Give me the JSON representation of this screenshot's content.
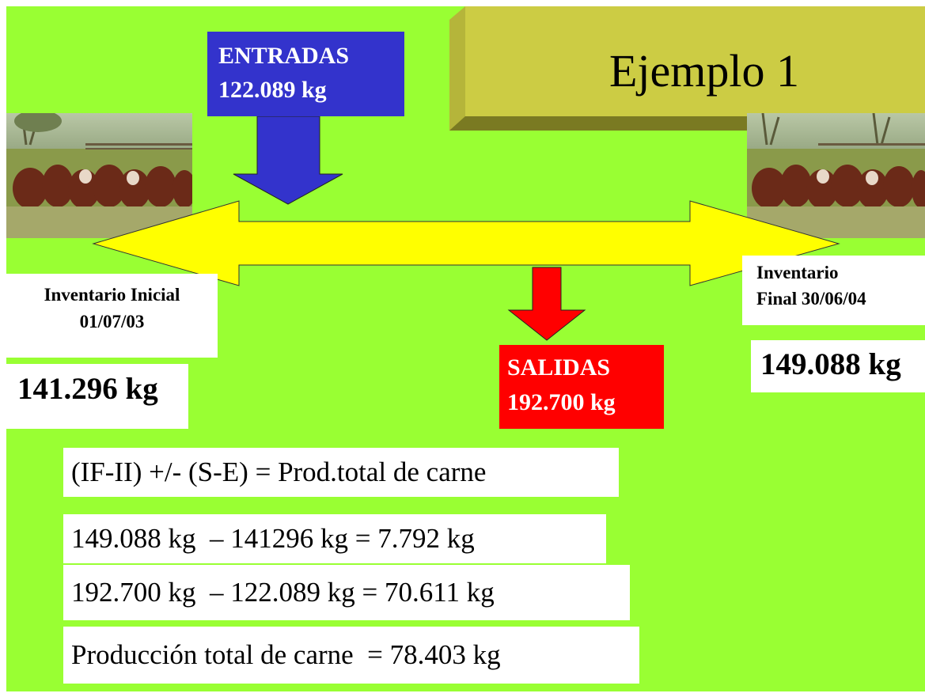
{
  "title": "Ejemplo 1",
  "entradas": {
    "label": "ENTRADAS",
    "value": "122.089 kg"
  },
  "salidas": {
    "label": "SALIDAS",
    "value": "192.700 kg"
  },
  "inventario_inicial": {
    "line1": "Inventario Inicial",
    "line2": "01/07/03",
    "value": "141.296 kg"
  },
  "inventario_final": {
    "line1": "Inventario",
    "line2": "Final 30/06/04",
    "value": "149.088 kg"
  },
  "formulas": [
    "(IF-II) +/- (S-E) = Prod.total de carne",
    "149.088 kg  – 141296 kg = 7.792 kg",
    "192.700 kg  – 122.089 kg = 70.611 kg",
    "Producción total de carne  = 78.403 kg"
  ],
  "colors": {
    "background": "#99ff33",
    "entradas": "#3333cc",
    "salidas": "#ff0000",
    "arrow": "#ffff00",
    "title_box": "#cccc44"
  },
  "images": {
    "left": "cattle-photo",
    "right": "cattle-photo"
  }
}
